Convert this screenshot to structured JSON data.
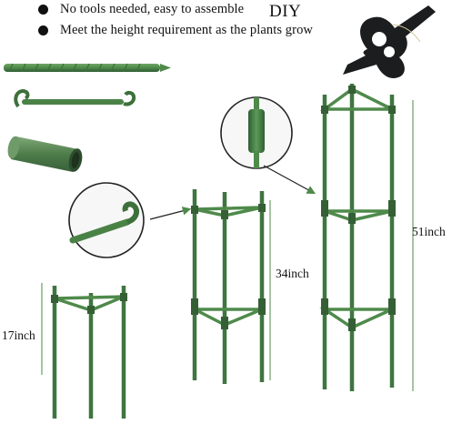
{
  "features": [
    {
      "text": "No tools needed, easy to assemble"
    },
    {
      "text": "Meet the height requirement as the plants grow"
    }
  ],
  "badge": "DIY",
  "heights": {
    "small": "17inch",
    "medium": "34inch",
    "large": "51inch"
  },
  "colors": {
    "stake_green": "#4f8a4b",
    "stake_dark": "#2f5e33",
    "clip_black": "#1b1d1e",
    "text": "#111111"
  },
  "icons": {
    "bullet": "filled-circle",
    "clip": "plant-clip-icon",
    "arrow": "pointer-arrow"
  }
}
